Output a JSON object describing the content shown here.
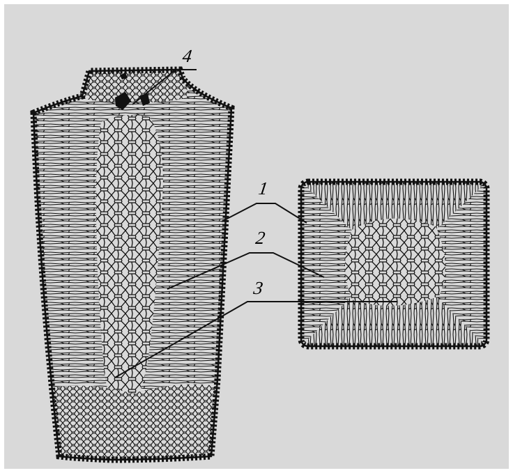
{
  "figure": {
    "background_color": "#d9d9d9",
    "frame_color": "#ffffff",
    "ink_color": "#111111",
    "views": [
      {
        "name": "longitudinal-section"
      },
      {
        "name": "cross-section"
      }
    ],
    "callouts": [
      {
        "label": "1"
      },
      {
        "label": "2"
      },
      {
        "label": "3"
      },
      {
        "label": "4"
      }
    ]
  }
}
